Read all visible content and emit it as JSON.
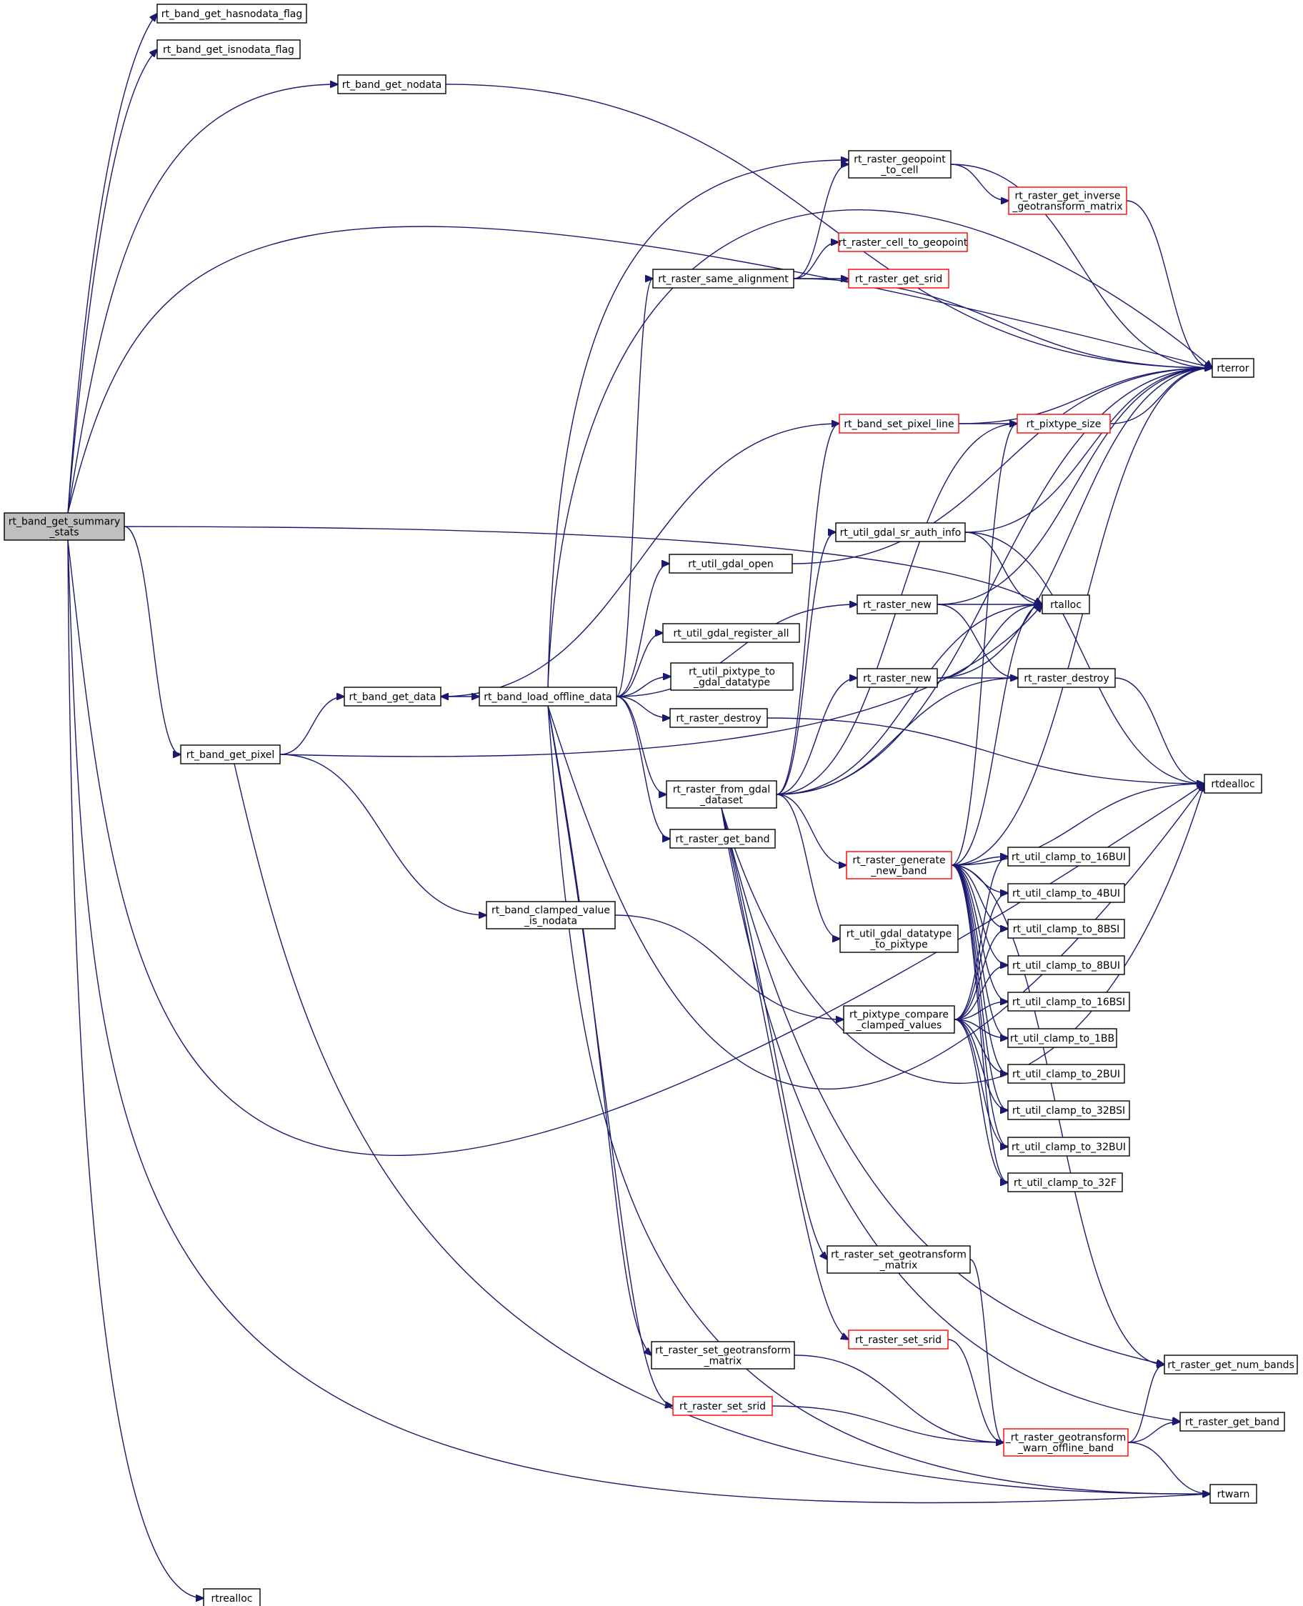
{
  "graph": {
    "root": "rt_band_get_summary_stats",
    "colors": {
      "edge": "#191970",
      "node_border": "#000000",
      "incomplete_border": "#ff0000",
      "root_fill": "#bfbfbf"
    },
    "nodes": [
      {
        "id": "root",
        "lines": [
          "rt_band_get_summary",
          "_stats"
        ],
        "style": "root"
      },
      {
        "id": "hasnodata",
        "lines": [
          "rt_band_get_hasnodata_flag"
        ]
      },
      {
        "id": "isnodata",
        "lines": [
          "rt_band_get_isnodata_flag"
        ]
      },
      {
        "id": "getnodata",
        "lines": [
          "rt_band_get_nodata"
        ]
      },
      {
        "id": "getdata",
        "lines": [
          "rt_band_get_data"
        ]
      },
      {
        "id": "getpixel",
        "lines": [
          "rt_band_get_pixel"
        ]
      },
      {
        "id": "clamped_nodata",
        "lines": [
          "rt_band_clamped_value",
          "_is_nodata"
        ]
      },
      {
        "id": "rtrealloc",
        "lines": [
          "rtrealloc"
        ]
      },
      {
        "id": "loadoffline",
        "lines": [
          "rt_band_load_offline_data"
        ]
      },
      {
        "id": "geopoint_to_cell",
        "lines": [
          "rt_raster_geopoint",
          "_to_cell"
        ]
      },
      {
        "id": "inverse_gt",
        "lines": [
          "rt_raster_get_inverse",
          "_geotransform_matrix"
        ],
        "style": "incomplete"
      },
      {
        "id": "cell_to_geopoint",
        "lines": [
          "rt_raster_cell_to_geopoint"
        ],
        "style": "incomplete"
      },
      {
        "id": "same_alignment",
        "lines": [
          "rt_raster_same_alignment"
        ]
      },
      {
        "id": "get_srid",
        "lines": [
          "rt_raster_get_srid"
        ],
        "style": "incomplete"
      },
      {
        "id": "rterror",
        "lines": [
          "rterror"
        ]
      },
      {
        "id": "set_pixel_line",
        "lines": [
          "rt_band_set_pixel_line"
        ],
        "style": "incomplete"
      },
      {
        "id": "pixtype_size",
        "lines": [
          "rt_pixtype_size"
        ],
        "style": "incomplete"
      },
      {
        "id": "sr_auth_info",
        "lines": [
          "rt_util_gdal_sr_auth_info"
        ]
      },
      {
        "id": "gdal_open",
        "lines": [
          "rt_util_gdal_open"
        ]
      },
      {
        "id": "raster_new_a",
        "lines": [
          "rt_raster_new"
        ]
      },
      {
        "id": "rtalloc",
        "lines": [
          "rtalloc"
        ]
      },
      {
        "id": "register_all",
        "lines": [
          "rt_util_gdal_register_all"
        ]
      },
      {
        "id": "pixtype_to_gdal",
        "lines": [
          "rt_util_pixtype_to",
          "_gdal_datatype"
        ]
      },
      {
        "id": "raster_new_b",
        "lines": [
          "rt_raster_new"
        ]
      },
      {
        "id": "raster_destroy_r",
        "lines": [
          "rt_raster_destroy"
        ]
      },
      {
        "id": "raster_destroy_m",
        "lines": [
          "rt_raster_destroy"
        ]
      },
      {
        "id": "from_gdal",
        "lines": [
          "rt_raster_from_gdal",
          "_dataset"
        ]
      },
      {
        "id": "rtdealloc",
        "lines": [
          "rtdealloc"
        ]
      },
      {
        "id": "get_band_m",
        "lines": [
          "rt_raster_get_band"
        ]
      },
      {
        "id": "gen_new_band",
        "lines": [
          "rt_raster_generate",
          "_new_band"
        ],
        "style": "incomplete"
      },
      {
        "id": "c16bui",
        "lines": [
          "rt_util_clamp_to_16BUI"
        ]
      },
      {
        "id": "c4bui",
        "lines": [
          "rt_util_clamp_to_4BUI"
        ]
      },
      {
        "id": "c8bsi",
        "lines": [
          "rt_util_clamp_to_8BSI"
        ]
      },
      {
        "id": "c8bui",
        "lines": [
          "rt_util_clamp_to_8BUI"
        ]
      },
      {
        "id": "c16bsi",
        "lines": [
          "rt_util_clamp_to_16BSI"
        ]
      },
      {
        "id": "c1bb",
        "lines": [
          "rt_util_clamp_to_1BB"
        ]
      },
      {
        "id": "c2bui",
        "lines": [
          "rt_util_clamp_to_2BUI"
        ]
      },
      {
        "id": "c32bsi",
        "lines": [
          "rt_util_clamp_to_32BSI"
        ]
      },
      {
        "id": "c32bui",
        "lines": [
          "rt_util_clamp_to_32BUI"
        ]
      },
      {
        "id": "c32f",
        "lines": [
          "rt_util_clamp_to_32F"
        ]
      },
      {
        "id": "gdal_to_pixtype",
        "lines": [
          "rt_util_gdal_datatype",
          "_to_pixtype"
        ]
      },
      {
        "id": "compare_clamped",
        "lines": [
          "rt_pixtype_compare",
          "_clamped_values"
        ]
      },
      {
        "id": "set_gt_r",
        "lines": [
          "rt_raster_set_geotransform",
          "_matrix"
        ]
      },
      {
        "id": "set_srid_r",
        "lines": [
          "rt_raster_set_srid"
        ],
        "style": "incomplete"
      },
      {
        "id": "set_gt_l",
        "lines": [
          "rt_raster_set_geotransform",
          "_matrix"
        ]
      },
      {
        "id": "set_srid_l",
        "lines": [
          "rt_raster_set_srid"
        ],
        "style": "incomplete"
      },
      {
        "id": "get_num_bands",
        "lines": [
          "rt_raster_get_num_bands"
        ]
      },
      {
        "id": "get_band_r",
        "lines": [
          "rt_raster_get_band"
        ]
      },
      {
        "id": "warn_offline",
        "lines": [
          "_rt_raster_geotransform",
          "_warn_offline_band"
        ],
        "style": "incomplete"
      },
      {
        "id": "rtwarn",
        "lines": [
          "rtwarn"
        ]
      }
    ],
    "edges": [
      [
        "root",
        "hasnodata"
      ],
      [
        "root",
        "isnodata"
      ],
      [
        "root",
        "getnodata"
      ],
      [
        "root",
        "rterror"
      ],
      [
        "root",
        "rtalloc"
      ],
      [
        "root",
        "getpixel"
      ],
      [
        "root",
        "rtdealloc"
      ],
      [
        "root",
        "rtwarn"
      ],
      [
        "root",
        "rtrealloc"
      ],
      [
        "getnodata",
        "rterror"
      ],
      [
        "getpixel",
        "getdata"
      ],
      [
        "getpixel",
        "rtalloc"
      ],
      [
        "getpixel",
        "clamped_nodata"
      ],
      [
        "getpixel",
        "rtwarn"
      ],
      [
        "getdata",
        "loadoffline"
      ],
      [
        "set_pixel_line",
        "getdata"
      ],
      [
        "clamped_nodata",
        "compare_clamped"
      ],
      [
        "loadoffline",
        "geopoint_to_cell"
      ],
      [
        "loadoffline",
        "rterror"
      ],
      [
        "loadoffline",
        "same_alignment"
      ],
      [
        "loadoffline",
        "gdal_open"
      ],
      [
        "loadoffline",
        "raster_new_a"
      ],
      [
        "loadoffline",
        "register_all"
      ],
      [
        "loadoffline",
        "pixtype_to_gdal"
      ],
      [
        "loadoffline",
        "raster_destroy_m"
      ],
      [
        "loadoffline",
        "from_gdal"
      ],
      [
        "loadoffline",
        "get_band_m"
      ],
      [
        "loadoffline",
        "rtdealloc"
      ],
      [
        "loadoffline",
        "set_gt_l"
      ],
      [
        "loadoffline",
        "set_srid_l"
      ],
      [
        "loadoffline",
        "rtwarn"
      ],
      [
        "geopoint_to_cell",
        "rterror"
      ],
      [
        "geopoint_to_cell",
        "inverse_gt"
      ],
      [
        "inverse_gt",
        "rterror"
      ],
      [
        "same_alignment",
        "geopoint_to_cell"
      ],
      [
        "same_alignment",
        "cell_to_geopoint"
      ],
      [
        "same_alignment",
        "get_srid"
      ],
      [
        "same_alignment",
        "rterror"
      ],
      [
        "gdal_open",
        "rterror"
      ],
      [
        "raster_new_a",
        "rtalloc"
      ],
      [
        "raster_new_a",
        "raster_destroy_r"
      ],
      [
        "raster_new_a",
        "rterror"
      ],
      [
        "raster_new_b",
        "rtalloc"
      ],
      [
        "raster_new_b",
        "raster_destroy_r"
      ],
      [
        "raster_new_b",
        "rterror"
      ],
      [
        "raster_destroy_r",
        "rtdealloc"
      ],
      [
        "raster_destroy_m",
        "rtdealloc"
      ],
      [
        "set_pixel_line",
        "rterror"
      ],
      [
        "set_pixel_line",
        "pixtype_size"
      ],
      [
        "pixtype_size",
        "rterror"
      ],
      [
        "sr_auth_info",
        "rterror"
      ],
      [
        "sr_auth_info",
        "rtalloc"
      ],
      [
        "sr_auth_info",
        "rtdealloc"
      ],
      [
        "from_gdal",
        "rterror"
      ],
      [
        "from_gdal",
        "set_pixel_line"
      ],
      [
        "from_gdal",
        "pixtype_size"
      ],
      [
        "from_gdal",
        "sr_auth_info"
      ],
      [
        "from_gdal",
        "rtalloc"
      ],
      [
        "from_gdal",
        "raster_new_b"
      ],
      [
        "from_gdal",
        "raster_destroy_r"
      ],
      [
        "from_gdal",
        "gen_new_band"
      ],
      [
        "from_gdal",
        "gdal_to_pixtype"
      ],
      [
        "from_gdal",
        "rtdealloc"
      ],
      [
        "from_gdal",
        "set_gt_r"
      ],
      [
        "from_gdal",
        "set_srid_r"
      ],
      [
        "from_gdal",
        "get_num_bands"
      ],
      [
        "from_gdal",
        "get_band_r"
      ],
      [
        "gen_new_band",
        "rterror"
      ],
      [
        "gen_new_band",
        "pixtype_size"
      ],
      [
        "gen_new_band",
        "rtalloc"
      ],
      [
        "gen_new_band",
        "rtdealloc"
      ],
      [
        "gen_new_band",
        "get_num_bands"
      ],
      [
        "gen_new_band",
        "c16bui"
      ],
      [
        "gen_new_band",
        "c4bui"
      ],
      [
        "gen_new_band",
        "c8bsi"
      ],
      [
        "gen_new_band",
        "c8bui"
      ],
      [
        "gen_new_band",
        "c16bsi"
      ],
      [
        "gen_new_band",
        "c1bb"
      ],
      [
        "gen_new_band",
        "c2bui"
      ],
      [
        "gen_new_band",
        "c32bsi"
      ],
      [
        "gen_new_band",
        "c32bui"
      ],
      [
        "gen_new_band",
        "c32f"
      ],
      [
        "compare_clamped",
        "c16bui"
      ],
      [
        "compare_clamped",
        "c4bui"
      ],
      [
        "compare_clamped",
        "c8bsi"
      ],
      [
        "compare_clamped",
        "c8bui"
      ],
      [
        "compare_clamped",
        "c16bsi"
      ],
      [
        "compare_clamped",
        "c1bb"
      ],
      [
        "compare_clamped",
        "c2bui"
      ],
      [
        "compare_clamped",
        "c32bsi"
      ],
      [
        "compare_clamped",
        "c32bui"
      ],
      [
        "compare_clamped",
        "c32f"
      ],
      [
        "set_gt_r",
        "warn_offline"
      ],
      [
        "set_srid_r",
        "warn_offline"
      ],
      [
        "set_gt_l",
        "warn_offline"
      ],
      [
        "set_srid_l",
        "warn_offline"
      ],
      [
        "warn_offline",
        "get_num_bands"
      ],
      [
        "warn_offline",
        "get_band_r"
      ],
      [
        "warn_offline",
        "rtwarn"
      ]
    ]
  }
}
